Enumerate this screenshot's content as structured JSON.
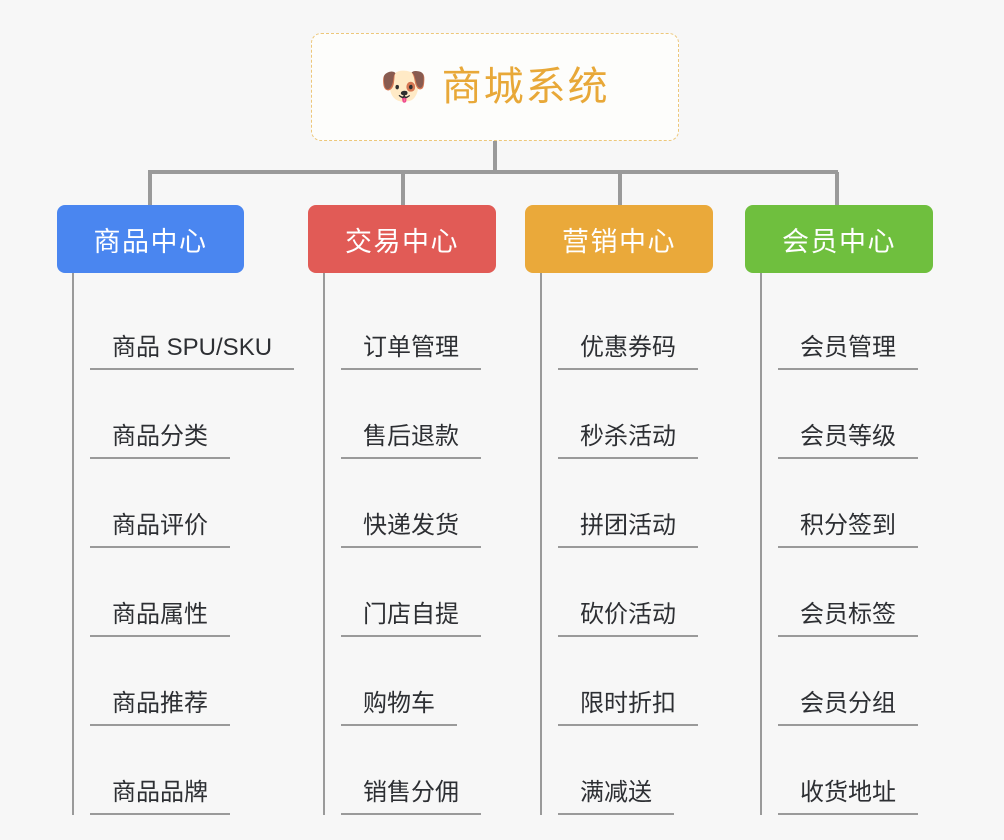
{
  "diagram": {
    "title": "商城系统",
    "type": "mindmap",
    "background_color": "#f7f7f7",
    "connector_color": "#9a9a9a"
  },
  "root": {
    "label": "商城系统",
    "emoji": "🐶",
    "emoji_name": "shiba-inu-dog-face",
    "text_color": "#e8a838",
    "border_color": "#edc77a",
    "background_color": "#fdfdfb"
  },
  "branches": [
    {
      "label": "商品中心",
      "color": "#4a86f0",
      "items": [
        "商品 SPU/SKU",
        "商品分类",
        "商品评价",
        "商品属性",
        "商品推荐",
        "商品品牌"
      ]
    },
    {
      "label": "交易中心",
      "color": "#e15b56",
      "items": [
        "订单管理",
        "售后退款",
        "快递发货",
        "门店自提",
        "购物车",
        "销售分佣"
      ]
    },
    {
      "label": "营销中心",
      "color": "#eaa93a",
      "items": [
        "优惠券码",
        "秒杀活动",
        "拼团活动",
        "砍价活动",
        "限时折扣",
        "满减送"
      ]
    },
    {
      "label": "会员中心",
      "color": "#6fbf3e",
      "items": [
        "会员管理",
        "会员等级",
        "积分签到",
        "会员标签",
        "会员分组",
        "收货地址"
      ]
    }
  ]
}
